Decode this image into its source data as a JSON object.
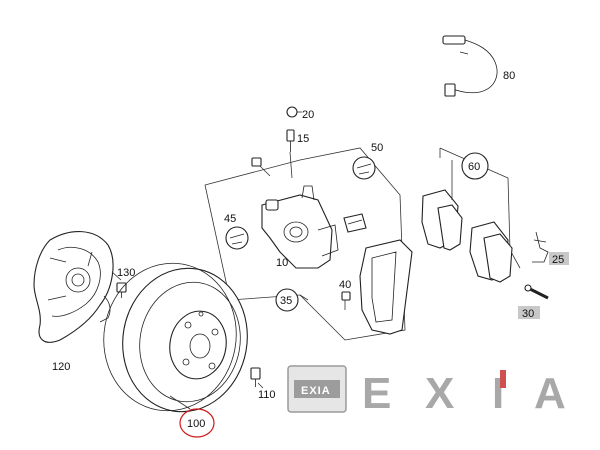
{
  "parts": {
    "p10": "10",
    "p15": "15",
    "p20": "20",
    "p25": "25",
    "p30": "30",
    "p35": "35",
    "p40": "40",
    "p45": "45",
    "p50": "50",
    "p60": "60",
    "p80": "80",
    "p100": "100",
    "p110": "110",
    "p120": "120",
    "p130": "130"
  },
  "watermark": {
    "badge_text": "EXIA",
    "letters": [
      "E",
      "X",
      "I",
      "A"
    ]
  },
  "colors": {
    "highlight_circle": "#d01818",
    "label_box": "#c8c8c8",
    "watermark": "#a8a8a8",
    "watermark_accent": "#d05050"
  }
}
